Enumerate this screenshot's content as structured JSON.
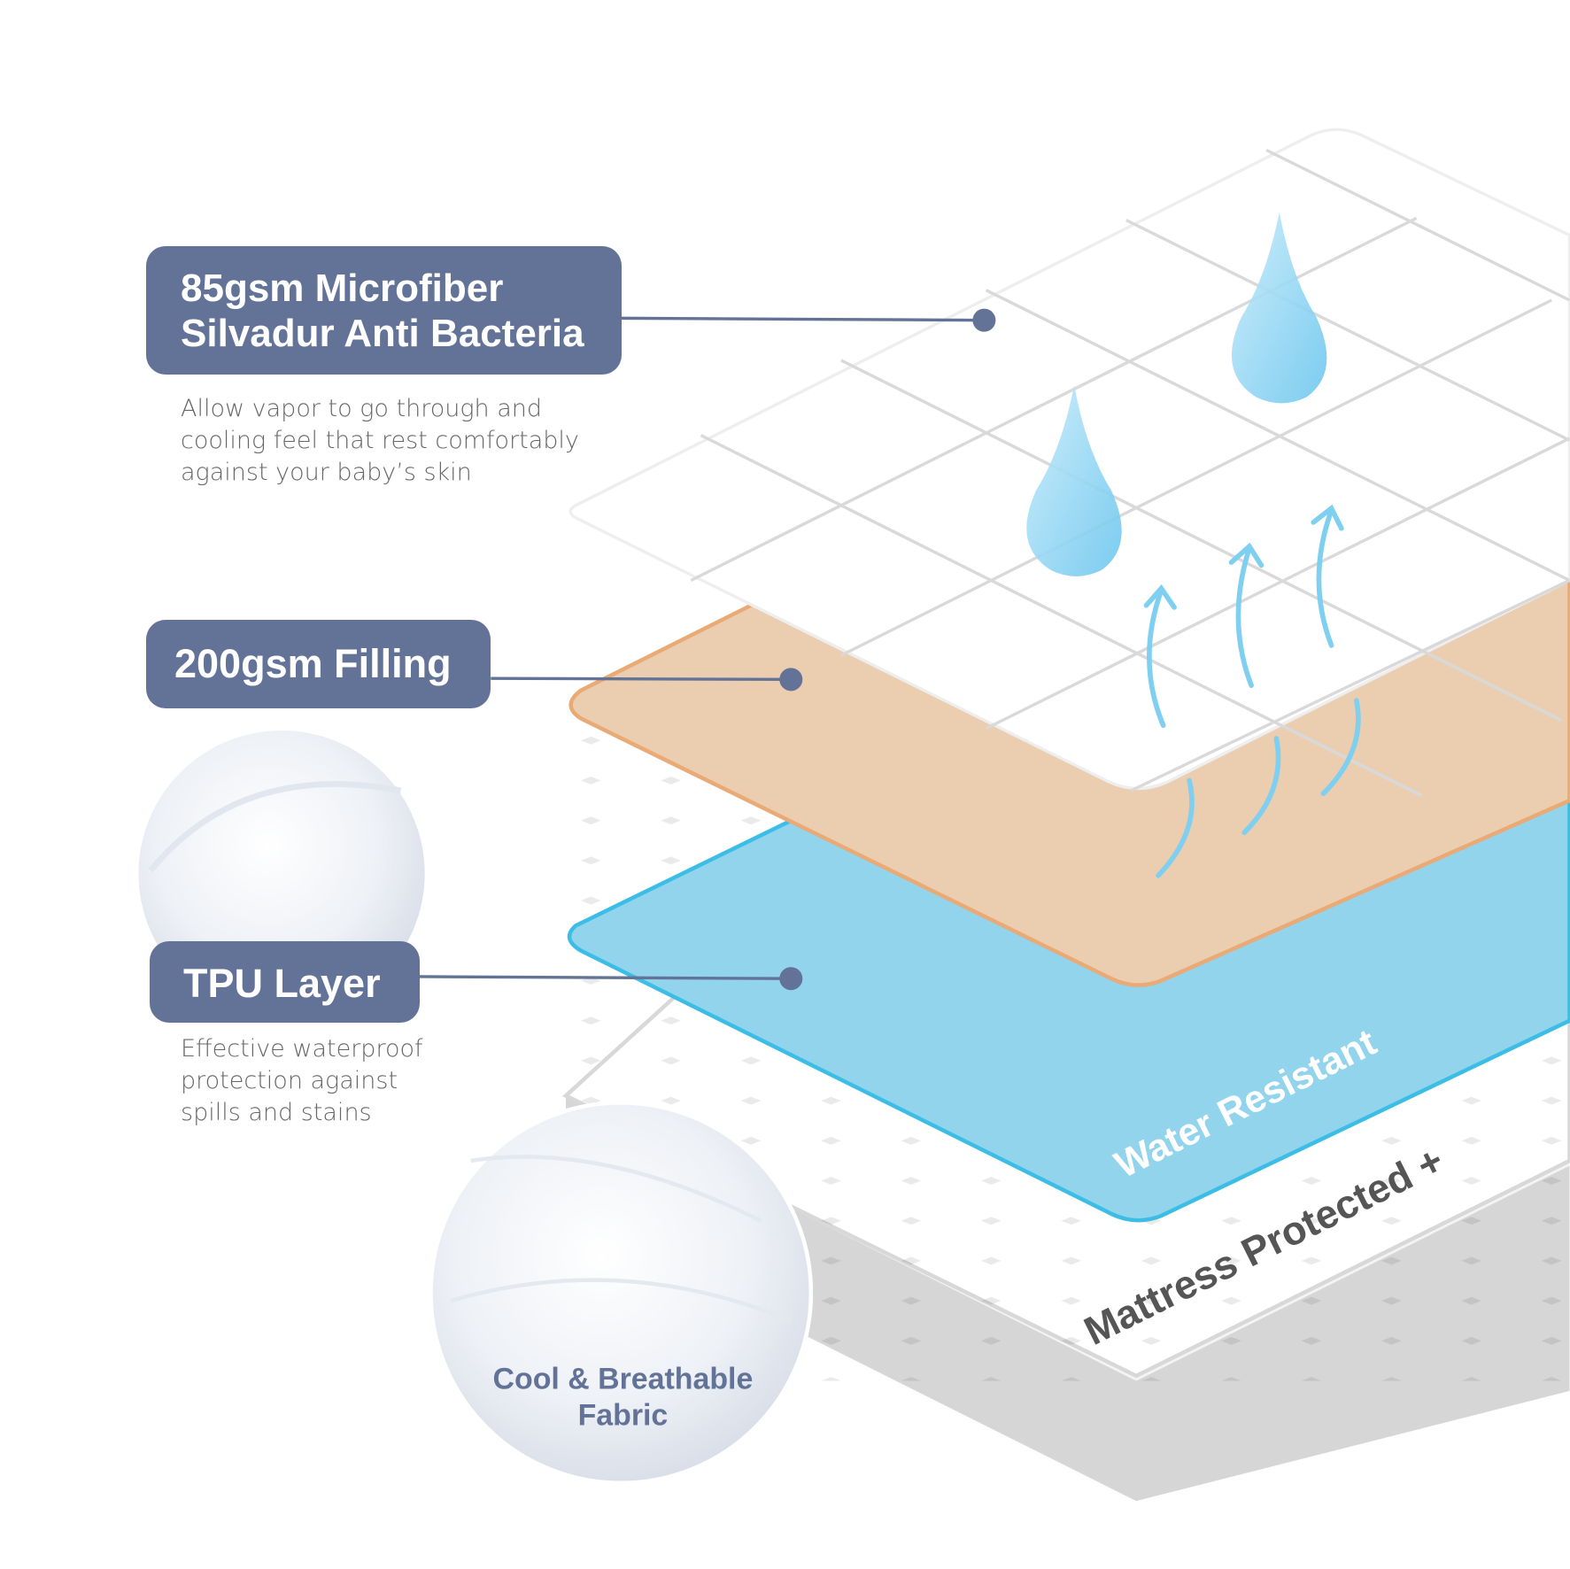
{
  "layers": [
    {
      "title_lines": [
        "85gsm Microfiber",
        "Silvadur Anti Bacteria"
      ],
      "description_lines": [
        "Allow vapor to go through and",
        "cooling feel that rest comfortably",
        "against your baby’s skin"
      ]
    },
    {
      "title_lines": [
        "200gsm Filling"
      ]
    },
    {
      "title_lines": [
        "TPU Layer"
      ],
      "description_lines": [
        "Effective waterproof",
        "protection against",
        "spills and stains"
      ]
    }
  ],
  "callouts": {
    "tpu_surface": "Water Resistant",
    "mattress_surface": "Mattress Protected +",
    "fabric_circle": [
      "Cool & Breathable",
      "Fabric"
    ]
  },
  "colors": {
    "label_bg": "#637398",
    "tan": "#ebcdb0",
    "tan_edge": "#e9aa76",
    "blue": "#92d4ec",
    "blue_edge": "#3cbde6",
    "drop": "#8fd3f2"
  }
}
